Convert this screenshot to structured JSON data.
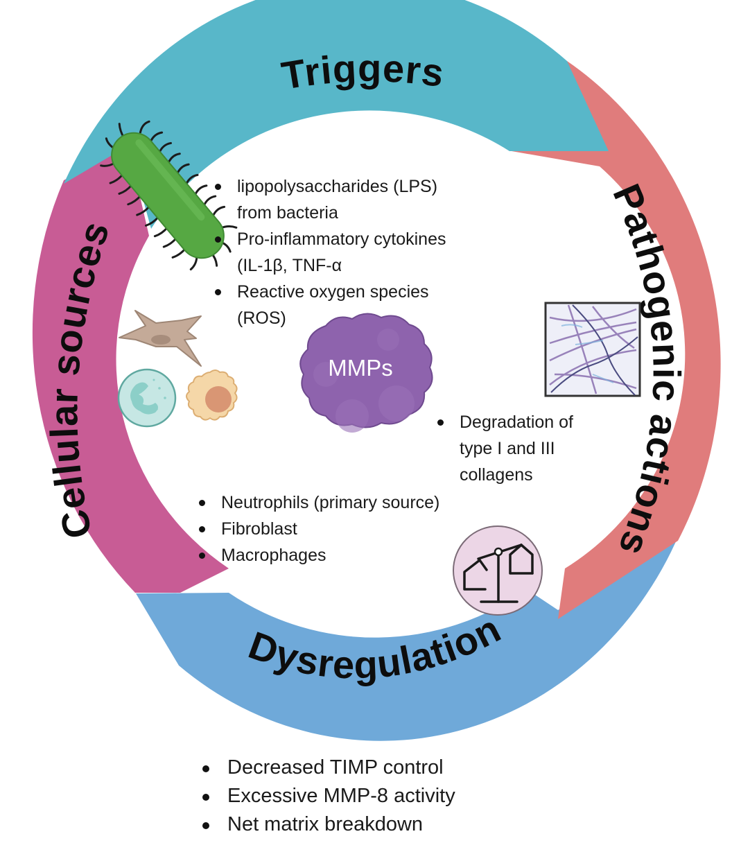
{
  "title": "MMP cycle in periodontal disease",
  "colors": {
    "triggers": "#58b7c9",
    "pathogenic_actions": "#e07c7c",
    "dysregulation": "#6fa9d9",
    "cellular_sources": "#c85c95",
    "mmp_blob": "#8e63ad",
    "bacterium": "#56a843"
  },
  "ring": {
    "triggers": {
      "label": "Triggers"
    },
    "pathogenic_actions": {
      "label": "Pathogenic actions"
    },
    "dysregulation": {
      "label": "Dysregulation"
    },
    "cellular_sources": {
      "label": "Cellular sources"
    }
  },
  "center": {
    "label": "MMPs"
  },
  "triggers_list": [
    {
      "line1": "lipopolysaccharides (LPS)",
      "line2": "from bacteria"
    },
    {
      "line1": "Pro-inflammatory cytokines",
      "line2": "(IL-1β, TNF-α"
    },
    {
      "line1": "Reactive oxygen species",
      "line2": "(ROS)"
    }
  ],
  "pathogenic_list": [
    {
      "line1": "Degradation of",
      "line2": "type I and III",
      "line3": "collagens"
    }
  ],
  "cellular_list": [
    "Neutrophils (primary source)",
    "Fibroblast",
    "Macrophages"
  ],
  "dysregulation_list": [
    "Decreased TIMP control",
    "Excessive MMP-8 activity",
    "Net matrix breakdown"
  ],
  "icons": {
    "bacterium": "bacterium-icon",
    "fibroblast": "fibroblast-icon",
    "neutrophil": "neutrophil-icon",
    "macrophage": "macrophage-icon",
    "collagen": "collagen-fibers-icon",
    "balance": "balance-scale-icon"
  }
}
